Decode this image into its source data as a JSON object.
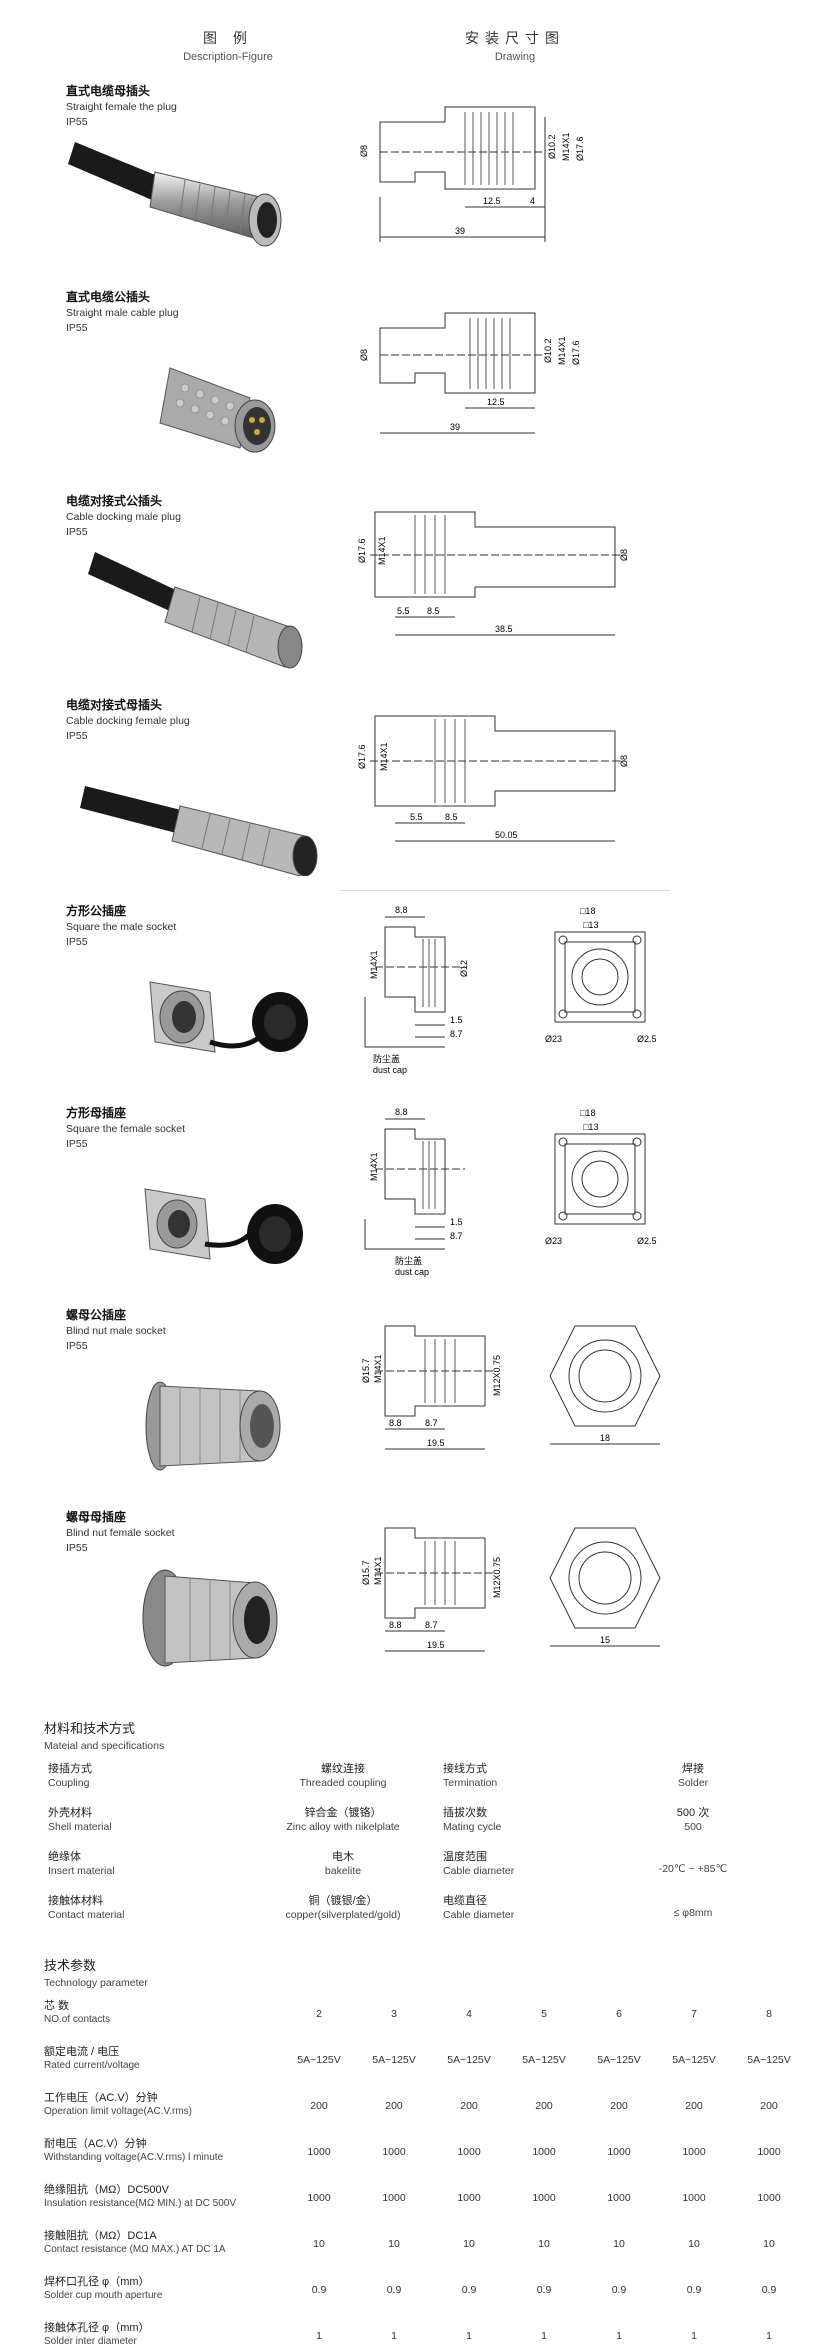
{
  "header": {
    "left_zh": "图 例",
    "left_en": "Description-Figure",
    "right_zh": "安装尺寸图",
    "right_en": "Drawing"
  },
  "products": [
    {
      "zh": "直式电缆母插头",
      "en": "Straight female the plug",
      "ip": "IP55",
      "dims": {
        "d1": "Ø8",
        "d2": "Ø10.2",
        "d3": "M14X1",
        "d4": "Ø17.6",
        "l1": "12.5",
        "l2": "4",
        "l3": "39"
      }
    },
    {
      "zh": "直式电缆公插头",
      "en": "Straight male cable plug",
      "ip": "IP55",
      "dims": {
        "d1": "Ø8",
        "d2": "Ø10.2",
        "d3": "M14X1",
        "d4": "Ø17.6",
        "l1": "12.5",
        "l3": "39"
      }
    },
    {
      "zh": "电缆对接式公插头",
      "en": "Cable docking male plug",
      "ip": "IP55",
      "dims": {
        "d1": "Ø17.6",
        "d2": "M14X1",
        "d3": "Ø8",
        "l1": "5.5",
        "l2": "8.5",
        "l3": "38.5"
      }
    },
    {
      "zh": "电缆对接式母插头",
      "en": "Cable docking female plug",
      "ip": "IP55",
      "dims": {
        "d1": "Ø17.6",
        "d2": "M14X1",
        "d3": "Ø8",
        "l1": "5.5",
        "l2": "8.5",
        "l3": "50.05"
      }
    },
    {
      "zh": "方形公插座",
      "en": "Square the male socket",
      "ip": "IP55",
      "dims": {
        "a": "8.8",
        "b": "M14X1",
        "c": "Ø12",
        "d": "1.5",
        "e": "8.7",
        "f": "□18",
        "g": "□13",
        "h": "Ø23",
        "i": "Ø2.5",
        "cap_zh": "防尘盖",
        "cap_en": "dust cap"
      }
    },
    {
      "zh": "方形母插座",
      "en": "Square the female socket",
      "ip": "IP55",
      "dims": {
        "a": "8.8",
        "b": "M14X1",
        "d": "1.5",
        "e": "8.7",
        "f": "□18",
        "g": "□13",
        "h": "Ø23",
        "i": "Ø2.5",
        "cap_zh": "防尘盖",
        "cap_en": "dust cap"
      }
    },
    {
      "zh": "螺母公插座",
      "en": "Blind nut male socket",
      "ip": "IP55",
      "dims": {
        "a": "Ø15.7",
        "b": "M14X1",
        "c": "M12X0.75",
        "d": "8.8",
        "e": "8.7",
        "f": "19.5",
        "g": "18"
      }
    },
    {
      "zh": "螺母母插座",
      "en": "Blind nut female socket",
      "ip": "IP55",
      "dims": {
        "a": "Ø15.7",
        "b": "M14X1",
        "c": "M12X0.75",
        "d": "8.8",
        "e": "8.7",
        "f": "19.5",
        "g": "15"
      }
    }
  ],
  "materials": {
    "title_zh": "材料和技术方式",
    "title_en": "Mateial and specifications",
    "rows": [
      {
        "l1_zh": "接插方式",
        "l1_en": "Coupling",
        "v1_zh": "螺纹连接",
        "v1_en": "Threaded coupling",
        "l2_zh": "接线方式",
        "l2_en": "Termination",
        "v2_a": "焊接",
        "v2_b": "Solder"
      },
      {
        "l1_zh": "外壳材料",
        "l1_en": "Shell material",
        "v1_zh": "锌合金（镀铬）",
        "v1_en": "Zinc alloy with nikelplate",
        "l2_zh": "插拔次数",
        "l2_en": "Mating cycle",
        "v2_a": "500 次",
        "v2_b": "500"
      },
      {
        "l1_zh": "绝缘体",
        "l1_en": "Insert material",
        "v1_zh": "电木",
        "v1_en": "bakelite",
        "l2_zh": "温度范围",
        "l2_en": "Cable diameter",
        "v2_a": "-20℃ ~ +85℃",
        "v2_b": ""
      },
      {
        "l1_zh": "接触体材料",
        "l1_en": "Contact material",
        "v1_zh": "铜（镀银/金）",
        "v1_en": "copper(silverplated/gold)",
        "l2_zh": "电缆直径",
        "l2_en": "Cable diameter",
        "v2_a": "≤ φ8mm",
        "v2_b": ""
      }
    ]
  },
  "technical": {
    "title_zh": "技术参数",
    "title_en": "Technology parameter",
    "rows": [
      {
        "zh": "芯 数",
        "en": "NO.of contacts",
        "values": [
          "2",
          "3",
          "4",
          "5",
          "6",
          "7",
          "8"
        ]
      },
      {
        "zh": "额定电流 / 电压",
        "en": "Rated current/voltage",
        "values": [
          "5A~125V",
          "5A~125V",
          "5A~125V",
          "5A~125V",
          "5A~125V",
          "5A~125V",
          "5A~125V"
        ]
      },
      {
        "zh": "工作电压（AC.V）分钟",
        "en": "Operation limit voltage(AC.V.rms)",
        "values": [
          "200",
          "200",
          "200",
          "200",
          "200",
          "200",
          "200"
        ]
      },
      {
        "zh": "耐电压（AC.V）分钟",
        "en": "Withstanding voltage(AC.V.rms) l minute",
        "values": [
          "1000",
          "1000",
          "1000",
          "1000",
          "1000",
          "1000",
          "1000"
        ]
      },
      {
        "zh": "绝缘阻抗（MΩ）DC500V",
        "en": "Insulation resistance(MΩ MIN.) at DC 500V",
        "values": [
          "1000",
          "1000",
          "1000",
          "1000",
          "1000",
          "1000",
          "1000"
        ]
      },
      {
        "zh": "接触阻抗（MΩ）DC1A",
        "en": "Contact resistance (MΩ MAX.) AT DC 1A",
        "values": [
          "10",
          "10",
          "10",
          "10",
          "10",
          "10",
          "10"
        ]
      },
      {
        "zh": "焊杯口孔径 φ（mm）",
        "en": "Solder cup mouth aperture",
        "values": [
          "0.9",
          "0.9",
          "0.9",
          "0.9",
          "0.9",
          "0.9",
          "0.9"
        ]
      },
      {
        "zh": "接触体孔径 φ（mm）",
        "en": "Solder inter diameter",
        "values": [
          "1",
          "1",
          "1",
          "1",
          "1",
          "1",
          "1"
        ]
      }
    ]
  }
}
